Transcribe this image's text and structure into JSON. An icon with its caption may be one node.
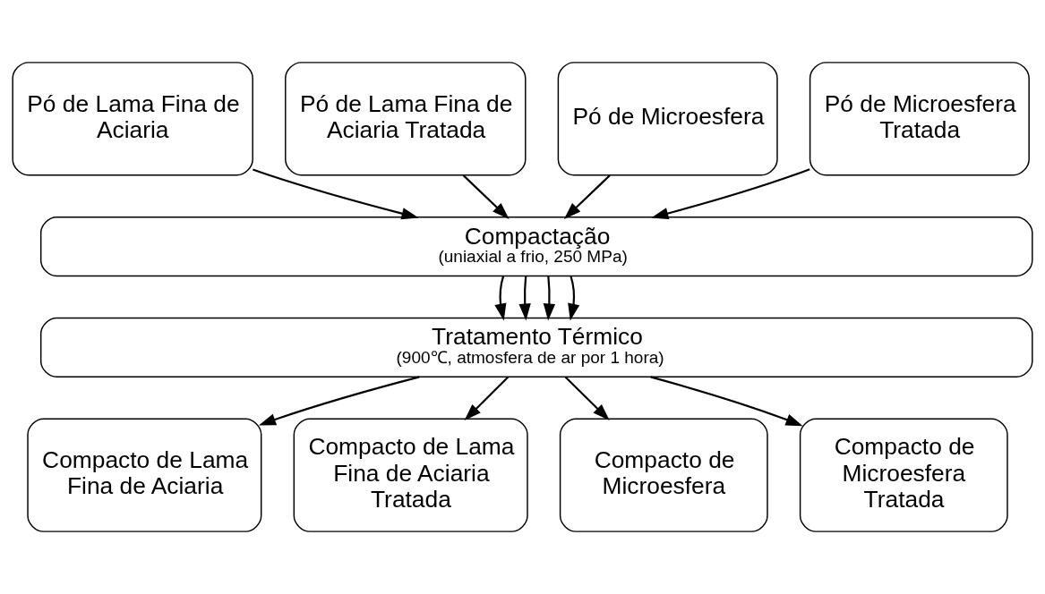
{
  "diagram": {
    "nodes": [
      {
        "text": [
          "Pó de Lama Fina de Aciaria"
        ]
      },
      {
        "text": [
          "Pó de Lama Fina de Aciaria Tratada"
        ]
      },
      {
        "text": [
          "Pó de Microesfera"
        ]
      },
      {
        "text": [
          "Pó de Microesfera Tratada"
        ]
      },
      {
        "text": [
          "Compactação",
          "(uniaxial a frio, 250 MPa)"
        ]
      },
      {
        "text": [
          "Tratamento Térmico",
          "(900℃, atmosfera de ar por 1 hora)"
        ]
      },
      {
        "text": [
          "Compacto de Lama Fina de Aciaria"
        ]
      },
      {
        "text": [
          "Compacto de Lama Fina de Aciaria Tratada"
        ]
      },
      {
        "text": [
          "Compacto de Microesfera"
        ]
      },
      {
        "text": [
          "Compacto de Microesfera Tratada"
        ]
      }
    ],
    "edges": [
      {
        "from": 0,
        "to": 4,
        "arrow": "to"
      },
      {
        "from": 1,
        "to": 4,
        "arrow": "to"
      },
      {
        "from": 2,
        "to": 4,
        "arrow": "to"
      },
      {
        "from": 3,
        "to": 4,
        "arrow": "to"
      },
      {
        "from": 4,
        "to": 5,
        "arrow": "to"
      },
      {
        "from": 4,
        "to": 5,
        "arrow": "to"
      },
      {
        "from": 4,
        "to": 5,
        "arrow": "to"
      },
      {
        "from": 4,
        "to": 5,
        "arrow": "to"
      },
      {
        "from": 5,
        "to": 6,
        "arrow": "to"
      },
      {
        "from": 5,
        "to": 7,
        "arrow": "to"
      },
      {
        "from": 5,
        "to": 8,
        "arrow": "to"
      },
      {
        "from": 5,
        "to": 9,
        "arrow": "to"
      }
    ]
  }
}
